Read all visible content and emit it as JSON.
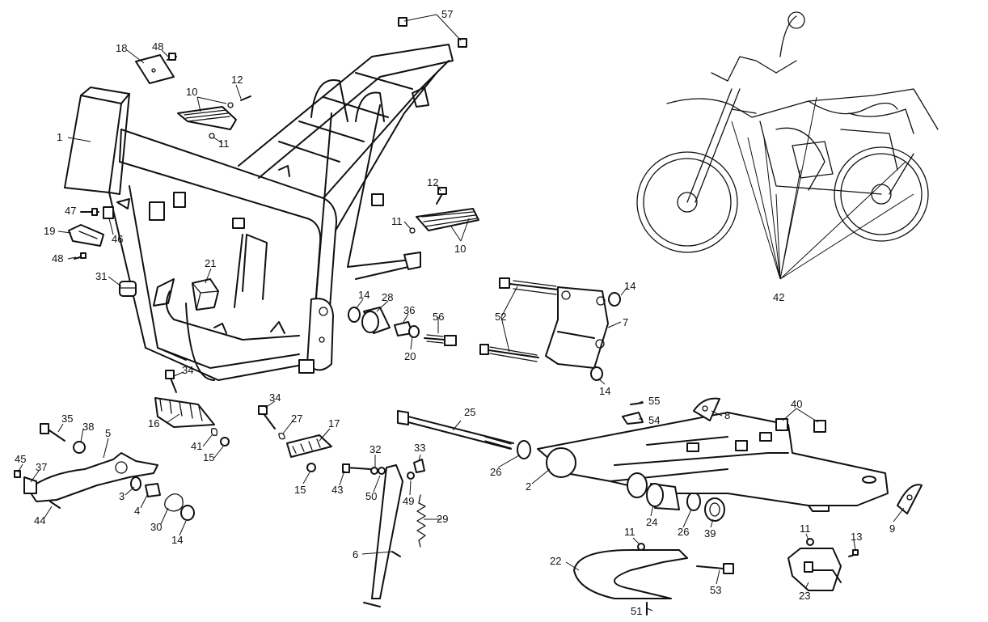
{
  "callouts": [
    {
      "id": "c1",
      "text": "1"
    },
    {
      "id": "c2",
      "text": "2"
    },
    {
      "id": "c3",
      "text": "3"
    },
    {
      "id": "c4",
      "text": "4"
    },
    {
      "id": "c5",
      "text": "5"
    },
    {
      "id": "c6",
      "text": "6"
    },
    {
      "id": "c7",
      "text": "7"
    },
    {
      "id": "c8",
      "text": "8"
    },
    {
      "id": "c9",
      "text": "9"
    },
    {
      "id": "c10a",
      "text": "10"
    },
    {
      "id": "c10b",
      "text": "10"
    },
    {
      "id": "c11a",
      "text": "11"
    },
    {
      "id": "c11b",
      "text": "11"
    },
    {
      "id": "c11c",
      "text": "11"
    },
    {
      "id": "c11d",
      "text": "11"
    },
    {
      "id": "c12a",
      "text": "12"
    },
    {
      "id": "c12b",
      "text": "12"
    },
    {
      "id": "c13",
      "text": "13"
    },
    {
      "id": "c14a",
      "text": "14"
    },
    {
      "id": "c14b",
      "text": "14"
    },
    {
      "id": "c14c",
      "text": "14"
    },
    {
      "id": "c14d",
      "text": "14"
    },
    {
      "id": "c15a",
      "text": "15"
    },
    {
      "id": "c15b",
      "text": "15"
    },
    {
      "id": "c16",
      "text": "16"
    },
    {
      "id": "c17",
      "text": "17"
    },
    {
      "id": "c18",
      "text": "18"
    },
    {
      "id": "c19",
      "text": "19"
    },
    {
      "id": "c20",
      "text": "20"
    },
    {
      "id": "c21",
      "text": "21"
    },
    {
      "id": "c22",
      "text": "22"
    },
    {
      "id": "c23",
      "text": "23"
    },
    {
      "id": "c24",
      "text": "24"
    },
    {
      "id": "c25",
      "text": "25"
    },
    {
      "id": "c26a",
      "text": "26"
    },
    {
      "id": "c26b",
      "text": "26"
    },
    {
      "id": "c27",
      "text": "27"
    },
    {
      "id": "c28",
      "text": "28"
    },
    {
      "id": "c29",
      "text": "29"
    },
    {
      "id": "c30",
      "text": "30"
    },
    {
      "id": "c31",
      "text": "31"
    },
    {
      "id": "c32",
      "text": "32"
    },
    {
      "id": "c33",
      "text": "33"
    },
    {
      "id": "c34a",
      "text": "34"
    },
    {
      "id": "c34b",
      "text": "34"
    },
    {
      "id": "c35",
      "text": "35"
    },
    {
      "id": "c36",
      "text": "36"
    },
    {
      "id": "c37",
      "text": "37"
    },
    {
      "id": "c38",
      "text": "38"
    },
    {
      "id": "c39",
      "text": "39"
    },
    {
      "id": "c40",
      "text": "40"
    },
    {
      "id": "c41",
      "text": "41"
    },
    {
      "id": "c42",
      "text": "42"
    },
    {
      "id": "c43",
      "text": "43"
    },
    {
      "id": "c44",
      "text": "44"
    },
    {
      "id": "c45",
      "text": "45"
    },
    {
      "id": "c46",
      "text": "46"
    },
    {
      "id": "c47",
      "text": "47"
    },
    {
      "id": "c48a",
      "text": "48"
    },
    {
      "id": "c48b",
      "text": "48"
    },
    {
      "id": "c49",
      "text": "49"
    },
    {
      "id": "c50",
      "text": "50"
    },
    {
      "id": "c51",
      "text": "51"
    },
    {
      "id": "c52",
      "text": "52"
    },
    {
      "id": "c53",
      "text": "53"
    },
    {
      "id": "c54",
      "text": "54"
    },
    {
      "id": "c55",
      "text": "55"
    },
    {
      "id": "c56",
      "text": "56"
    },
    {
      "id": "c57",
      "text": "57"
    }
  ]
}
